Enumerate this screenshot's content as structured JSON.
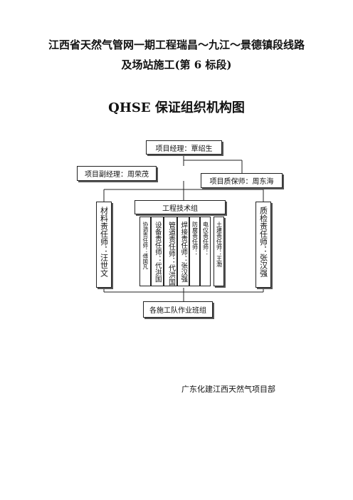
{
  "header": {
    "title_line1": "江西省天然气管网一期工程瑞昌～九江～景德镇段线路",
    "title_line2": "及场站施工(第 6 标段)",
    "chart_title": "QHSE 保证组织机构图"
  },
  "org": {
    "manager": "项目经理：覃绍生",
    "deputy": "项目副经理：周荣茂",
    "quality_assurance": "项目质保师：周东海",
    "materials": "材料责任师：汪世文",
    "qc": "质检责任师：张汉强",
    "tech_group": "工程技术组",
    "members": [
      "协调责任师：傅国凡",
      "设备责任师：代洪国",
      "管道责任师：代洪国",
      "焊接责任师：张汉强",
      "防腐责任师：",
      "电仪责任师：",
      "土建责任师：王渤"
    ],
    "teams": "各施工队作业班组"
  },
  "footer": {
    "org_name": "广东化建江西天然气项目部"
  }
}
